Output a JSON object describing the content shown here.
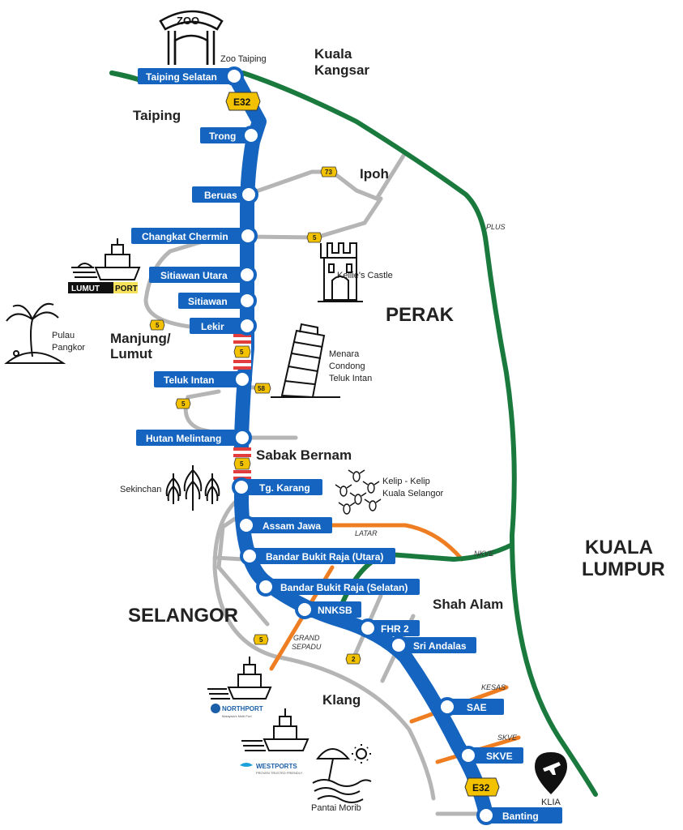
{
  "states": {
    "perak": "PERAK",
    "selangor": "SELANGOR",
    "kuala_lumpur_line1": "KUALA",
    "kuala_lumpur_line2": "LUMPUR"
  },
  "places": {
    "kuala_kangsar_line1": "Kuala",
    "kuala_kangsar_line2": "Kangsar",
    "taiping": "Taiping",
    "ipoh": "Ipoh",
    "manjung_line1": "Manjung/",
    "manjung_line2": "Lumut",
    "sabak_bernam": "Sabak Bernam",
    "shah_alam": "Shah Alam",
    "klang": "Klang"
  },
  "landmarks": {
    "zoo_sign": "ZOO",
    "zoo_taiping": "Zoo Taiping",
    "kellies_castle": "Kellie's Castle",
    "menara_line1": "Menara",
    "menara_line2": "Condong",
    "menara_line3": "Teluk Intan",
    "pulau_line1": "Pulau",
    "pulau_line2": "Pangkor",
    "sekinchan": "Sekinchan",
    "kelip_line1": "Kelip - Kelip",
    "kelip_line2": "Kuala Selangor",
    "pantai_morib": "Pantai Morib",
    "klia": "KLIA",
    "lumut_port_a": "LUMUT",
    "lumut_port_b": "PORT",
    "northport": "NORTHPORT",
    "northport_tag": "Malaysia's Multi Port",
    "westports": "WESTPORTS",
    "westports_tag": "PROVEN TRUSTED FRIENDLY"
  },
  "highways": {
    "plus": "PLUS",
    "latar": "LATAR",
    "nkve": "NKVE",
    "grand_line1": "GRAND",
    "grand_line2": "SEPADU",
    "kesas": "KESAS",
    "skve": "SKVE",
    "e32": "E32"
  },
  "route_shields": {
    "r73": "73",
    "r5": "5",
    "r58": "58",
    "r2": "2"
  },
  "stations": [
    "Taiping Selatan",
    "Trong",
    "Beruas",
    "Changkat Chermin",
    "Sitiawan Utara",
    "Sitiawan",
    "Lekir",
    "Teluk Intan",
    "Hutan Melintang",
    "Tg. Karang",
    "Assam Jawa",
    "Bandar Bukit Raja (Utara)",
    "Bandar Bukit Raja (Selatan)",
    "NNKSB",
    "FHR 2",
    "Sri Andalas",
    "SAE",
    "SKVE",
    "Banting"
  ],
  "colors": {
    "expressway": "#1565c0",
    "plus_highway": "#1a7a3e",
    "orange_highway": "#ef7d22",
    "grey_road": "#b5b5b5",
    "shield": "#f2c200",
    "alert": "#e23c3c"
  }
}
